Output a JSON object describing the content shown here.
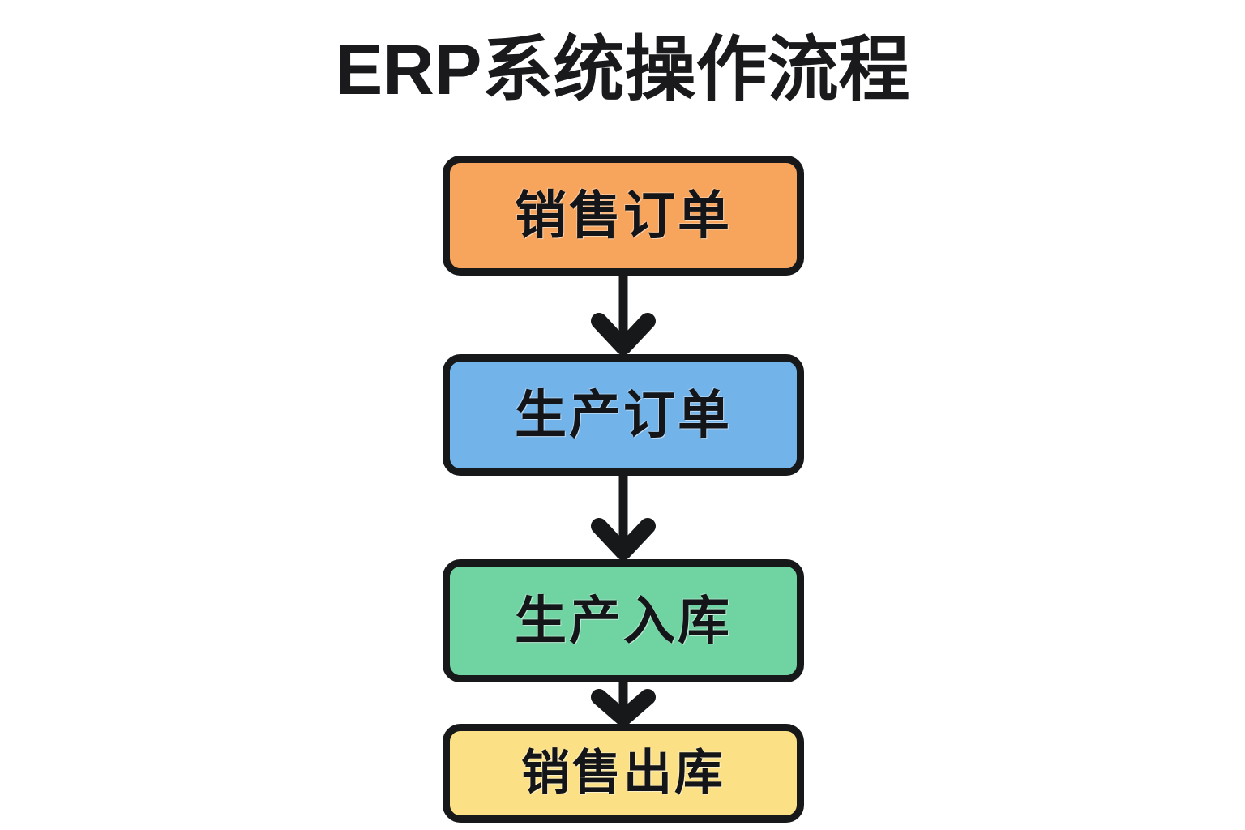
{
  "page": {
    "background_color": "#ffffff",
    "title": "ERP系统操作流程",
    "title_color": "#1a1a1c"
  },
  "chart_data": {
    "type": "diagram",
    "diagram_kind": "vertical-flowchart",
    "title": "ERP系统操作流程",
    "node_count": 4,
    "nodes": [
      {
        "id": "node-0",
        "label": "销售订单",
        "fill": "#F7A55C",
        "stroke": "#17181a",
        "order": 1
      },
      {
        "id": "node-1",
        "label": "生产订单",
        "fill": "#72B3EA",
        "stroke": "#17181a",
        "order": 2
      },
      {
        "id": "node-2",
        "label": "生产入库",
        "fill": "#70D3A2",
        "stroke": "#17181a",
        "order": 3
      },
      {
        "id": "node-3",
        "label": "销售出库",
        "fill": "#FBE085",
        "stroke": "#17181a",
        "order": 4
      }
    ],
    "edges": [
      {
        "id": "arrow-0",
        "from": "node-0",
        "to": "node-1",
        "direction": "down",
        "color": "#17181a"
      },
      {
        "id": "arrow-1",
        "from": "node-1",
        "to": "node-2",
        "direction": "down",
        "color": "#17181a"
      },
      {
        "id": "arrow-2",
        "from": "node-2",
        "to": "node-3",
        "direction": "down",
        "color": "#17181a"
      }
    ]
  },
  "flow": {
    "nodes": [
      {
        "label": "销售订单",
        "color": "#F7A55C"
      },
      {
        "label": "生产订单",
        "color": "#72B3EA"
      },
      {
        "label": "生产入库",
        "color": "#70D3A2"
      },
      {
        "label": "销售出库",
        "color": "#FBE085"
      }
    ],
    "arrows": [
      {
        "name": "arrow-down-icon"
      },
      {
        "name": "arrow-down-icon"
      },
      {
        "name": "arrow-down-icon"
      }
    ]
  }
}
